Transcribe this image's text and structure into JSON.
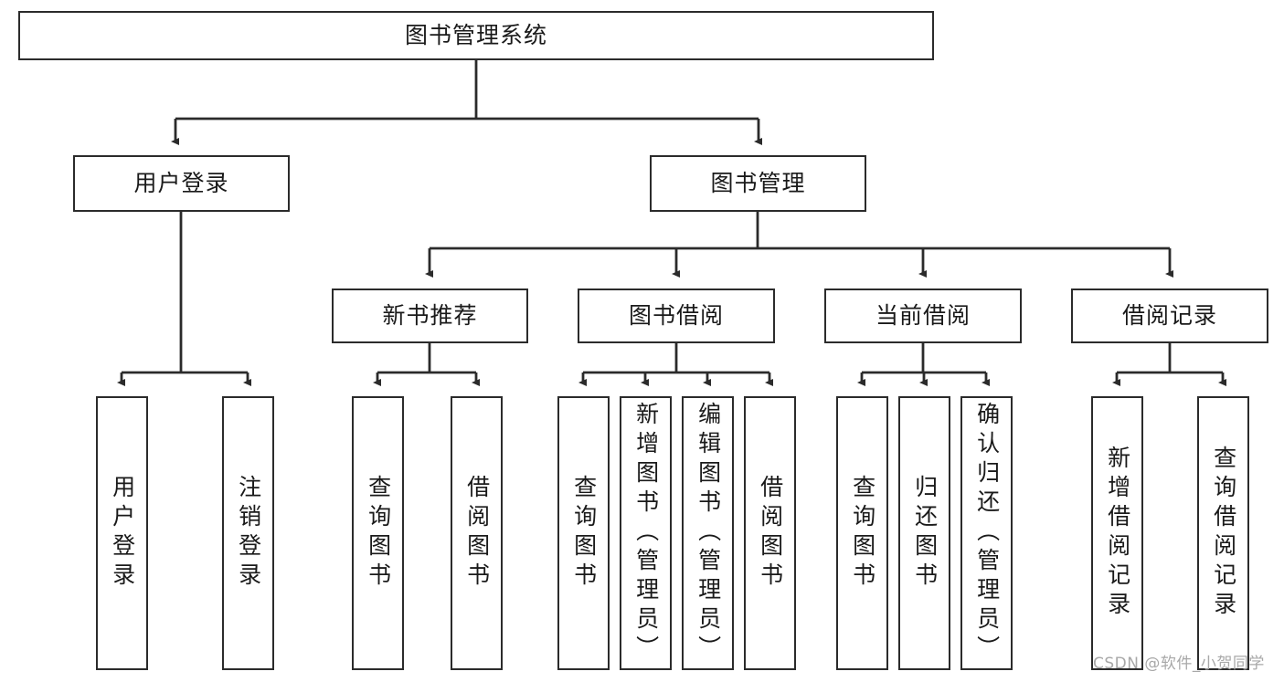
{
  "diagram": {
    "title": "图书管理系统",
    "type": "tree-hierarchy",
    "root": {
      "label": "图书管理系统"
    },
    "level2": [
      {
        "label": "用户登录"
      },
      {
        "label": "图书管理"
      }
    ],
    "level3": [
      {
        "label": "新书推荐"
      },
      {
        "label": "图书借阅"
      },
      {
        "label": "当前借阅"
      },
      {
        "label": "借阅记录"
      }
    ],
    "leaves": {
      "user_login": [
        {
          "label": "用户登录"
        },
        {
          "label": "注销登录"
        }
      ],
      "new_book_recommend": [
        {
          "label": "查询图书"
        },
        {
          "label": "借阅图书"
        }
      ],
      "book_borrow": [
        {
          "label": "查询图书"
        },
        {
          "label": "新增图书（管理员）"
        },
        {
          "label": "编辑图书（管理员）"
        },
        {
          "label": "借阅图书"
        }
      ],
      "current_borrow": [
        {
          "label": "查询图书"
        },
        {
          "label": "归还图书"
        },
        {
          "label": "确认归还（管理员）"
        }
      ],
      "borrow_record": [
        {
          "label": "新增借阅记录"
        },
        {
          "label": "查询借阅记录"
        }
      ]
    }
  },
  "watermark": {
    "text": "CSDN @软件_小贺同学"
  },
  "colors": {
    "stroke": "#2b2b2b",
    "fill": "#ffffff",
    "text": "#1a1a1a",
    "watermark": "#a8a8a8"
  }
}
